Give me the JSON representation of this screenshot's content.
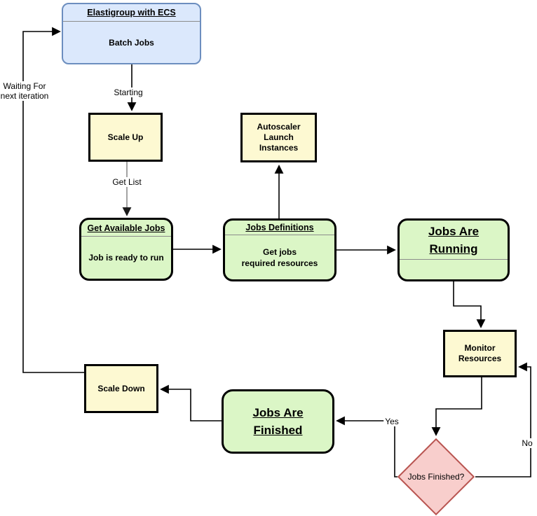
{
  "diagram_title": "Elastigroup with ECS batch jobs scaling flowchart",
  "colors": {
    "node_yellow": "#fdf9d2",
    "node_green": "#dbf6c6",
    "node_blue": "#dbe8fc",
    "node_blue_border": "#6c8ebf",
    "diamond_pink": "#f8cecc",
    "diamond_border": "#b85450",
    "edge_black": "#000000",
    "edge_gray": "#8c8c8c",
    "divider": "#8c8c8c"
  },
  "nodes": {
    "elastigroup": {
      "title": "Elastigroup with ECS",
      "body": "Batch Jobs"
    },
    "scale_up": {
      "label": "Scale Up"
    },
    "autoscaler": {
      "label": "Autoscaler\nLaunch\nInstances"
    },
    "get_available_jobs": {
      "title": "Get Available Jobs",
      "body": "Job is ready to run"
    },
    "jobs_definitions": {
      "title": "Jobs Definitions",
      "body": "Get jobs\nrequired resources"
    },
    "jobs_are_running": {
      "title": "Jobs Are\nRunning",
      "body": ""
    },
    "monitor_resources": {
      "label": "Monitor\nResources"
    },
    "jobs_finished_decision": {
      "label": "Jobs Finished?"
    },
    "jobs_are_finished": {
      "label": "Jobs Are\nFinished"
    },
    "scale_down": {
      "label": "Scale Down"
    }
  },
  "edge_labels": {
    "waiting": "Waiting For\nnext iteration",
    "starting": "Starting",
    "get_list": "Get List",
    "yes": "Yes",
    "no": "No"
  }
}
